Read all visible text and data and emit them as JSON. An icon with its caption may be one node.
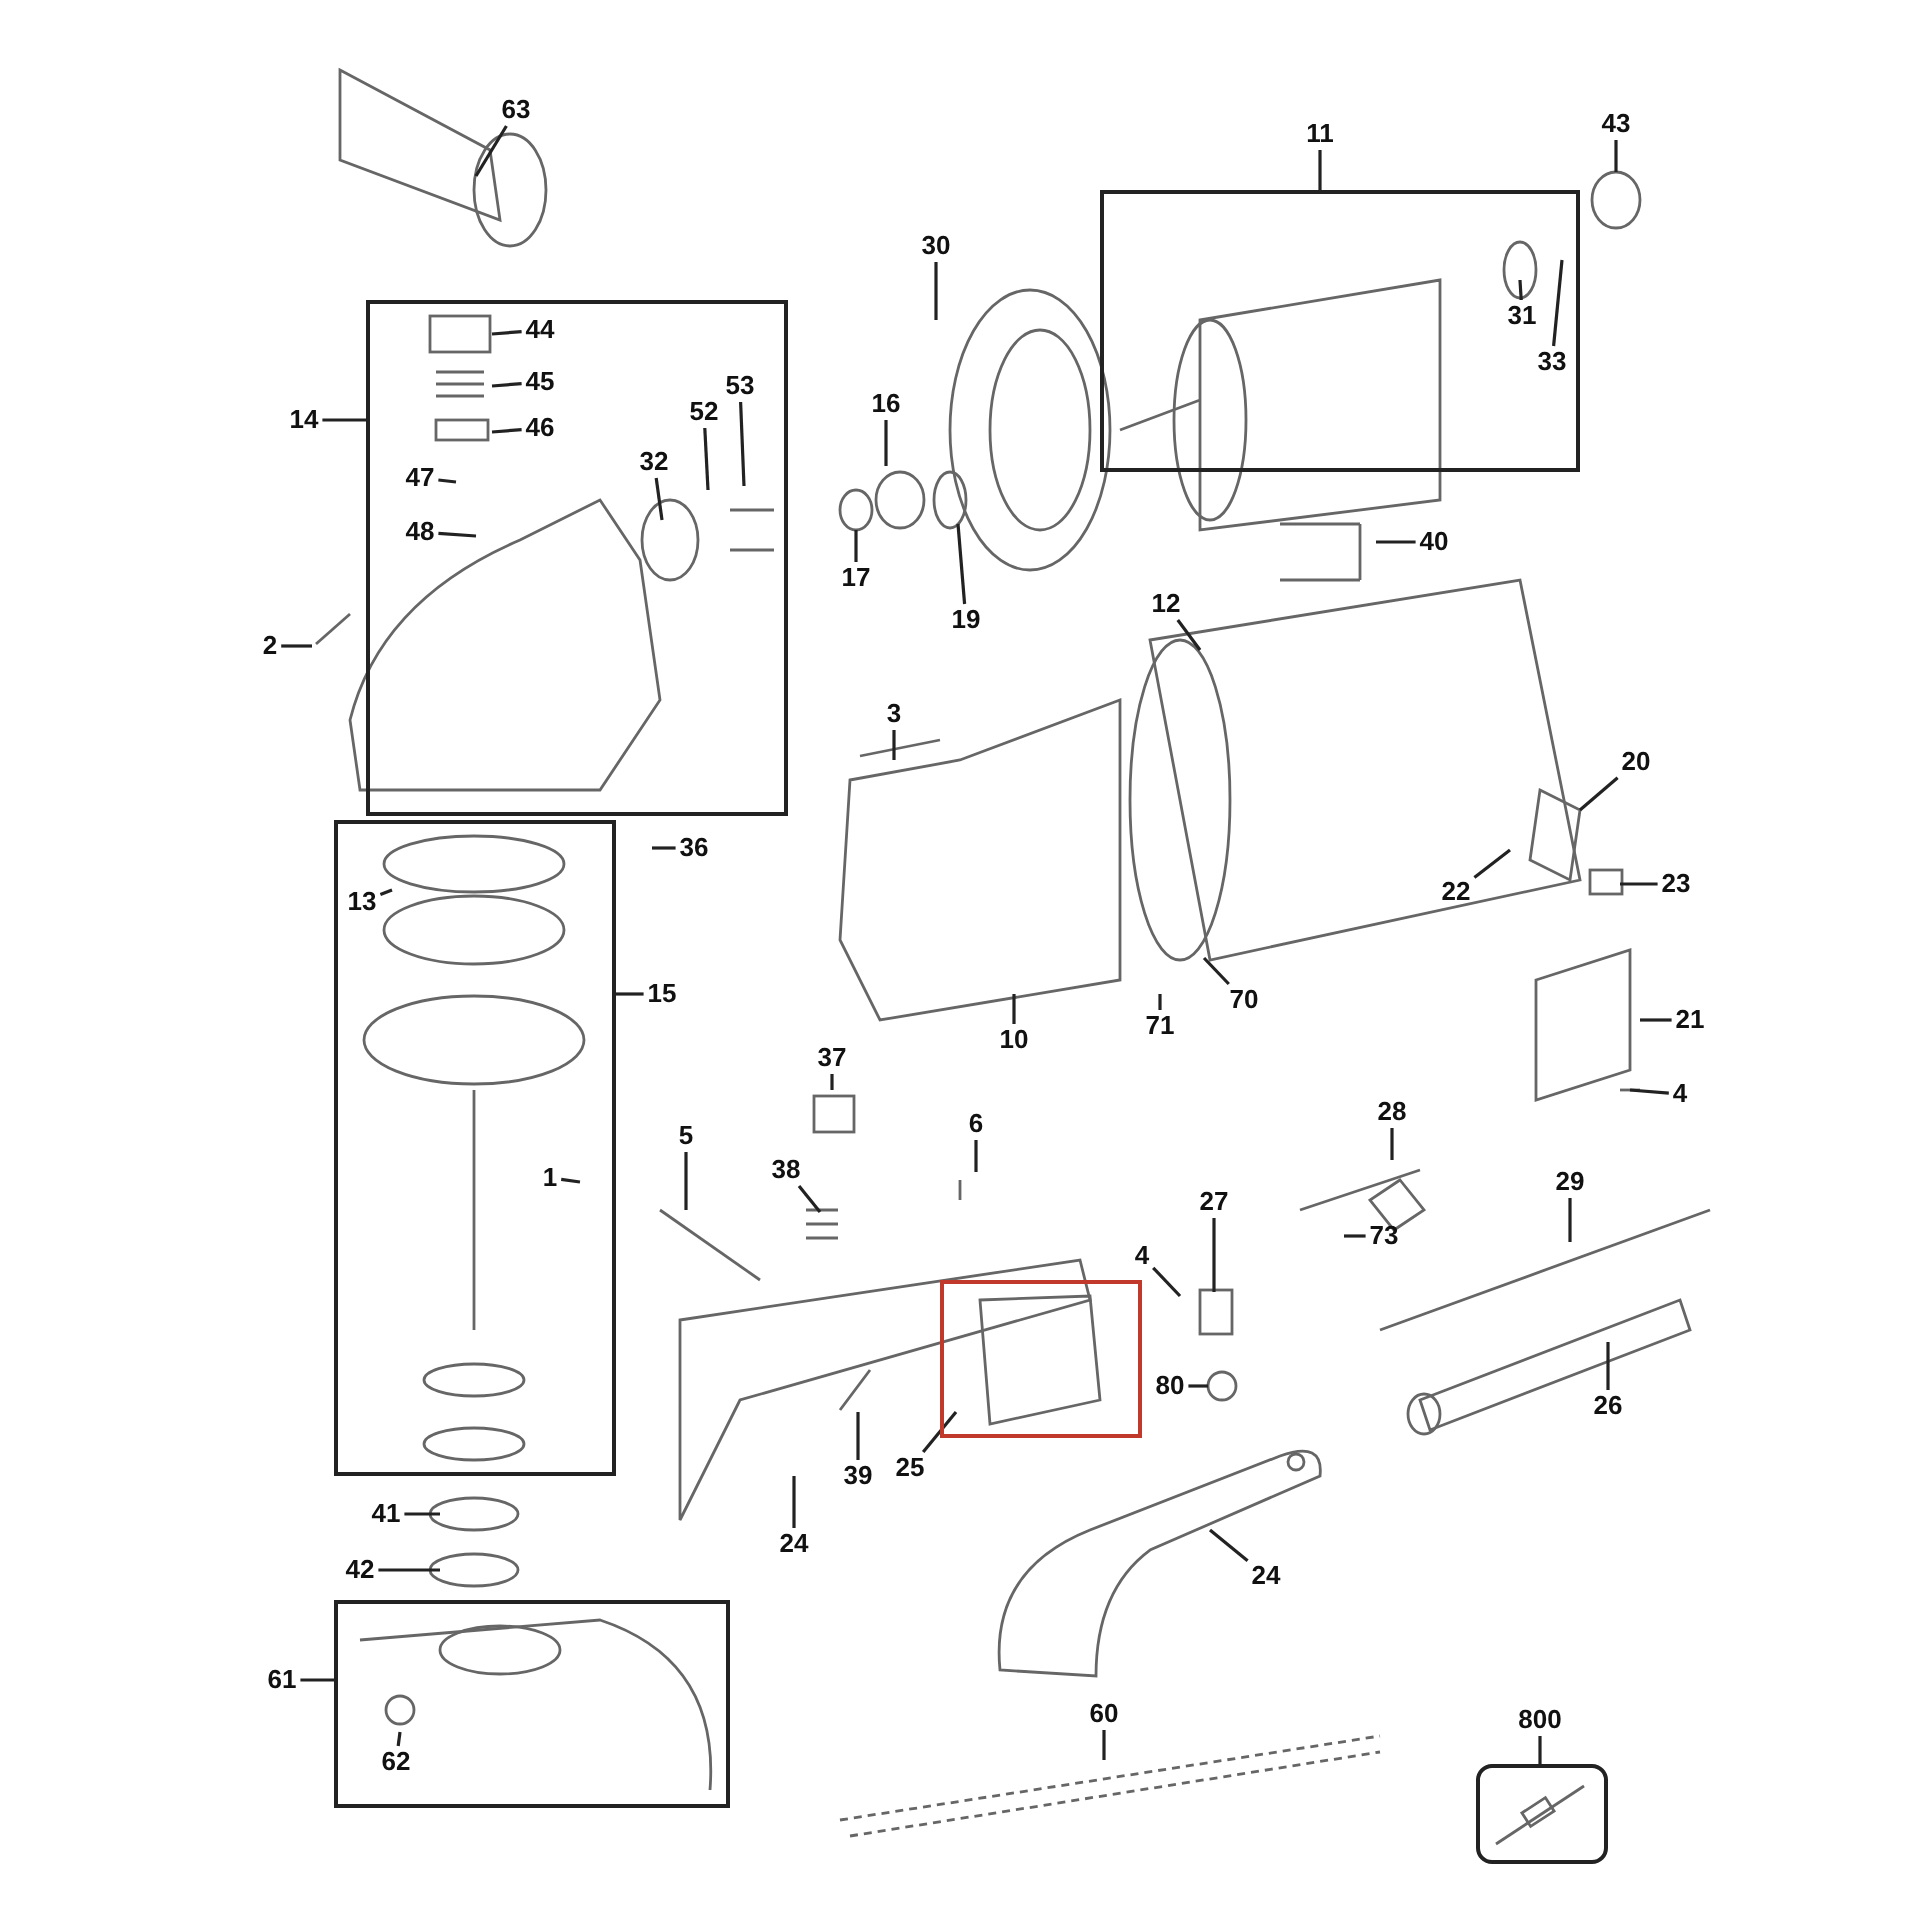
{
  "diagram": {
    "nodes": [
      {
        "text": [
          "63"
        ]
      },
      {
        "text": [
          "11"
        ]
      },
      {
        "text": [
          "43"
        ]
      },
      {
        "text": [],
        "shape": "box"
      },
      {
        "text": [
          "31"
        ],
        "in": 3
      },
      {
        "text": [
          "33"
        ],
        "in": 3
      },
      {
        "text": [
          "30"
        ]
      },
      {
        "text": [
          "14"
        ]
      },
      {
        "text": [],
        "shape": "box"
      },
      {
        "text": [
          "44"
        ],
        "in": 8
      },
      {
        "text": [
          "45"
        ],
        "in": 8
      },
      {
        "text": [
          "46"
        ],
        "in": 8
      },
      {
        "text": [
          "47"
        ],
        "in": 8
      },
      {
        "text": [
          "48"
        ],
        "in": 8
      },
      {
        "text": [
          "53"
        ],
        "in": 8
      },
      {
        "text": [
          "52"
        ],
        "in": 8
      },
      {
        "text": [
          "32"
        ],
        "in": 8
      },
      {
        "text": [
          "16"
        ]
      },
      {
        "text": [
          "17"
        ]
      },
      {
        "text": [
          "19"
        ]
      },
      {
        "text": [
          "40"
        ]
      },
      {
        "text": [
          "12"
        ]
      },
      {
        "text": [
          "2"
        ]
      },
      {
        "text": [
          "3"
        ]
      },
      {
        "text": [
          "20"
        ]
      },
      {
        "text": [],
        "shape": "box"
      },
      {
        "text": [
          "36"
        ]
      },
      {
        "text": [
          "13"
        ],
        "in": 25
      },
      {
        "text": [
          "22"
        ]
      },
      {
        "text": [
          "23"
        ]
      },
      {
        "text": [
          "15"
        ]
      },
      {
        "text": [
          "10"
        ]
      },
      {
        "text": [
          "71"
        ]
      },
      {
        "text": [
          "70"
        ]
      },
      {
        "text": [
          "21"
        ]
      },
      {
        "text": [
          "37"
        ]
      },
      {
        "text": [
          "4"
        ]
      },
      {
        "text": [
          "6"
        ]
      },
      {
        "text": [
          "28"
        ]
      },
      {
        "text": [
          "5"
        ]
      },
      {
        "text": [
          "1"
        ],
        "in": 25
      },
      {
        "text": [
          "38"
        ]
      },
      {
        "text": [
          "29"
        ]
      },
      {
        "text": [
          "27"
        ]
      },
      {
        "text": [
          "4"
        ]
      },
      {
        "text": [
          "73"
        ]
      },
      {
        "text": [],
        "shape": "box"
      },
      {
        "text": [
          "80"
        ]
      },
      {
        "text": [
          "26"
        ]
      },
      {
        "text": [
          "25"
        ]
      },
      {
        "text": [
          "39"
        ]
      },
      {
        "text": [
          "24"
        ]
      },
      {
        "text": [
          "41"
        ]
      },
      {
        "text": [
          "42"
        ]
      },
      {
        "text": [
          "24"
        ]
      },
      {
        "text": [
          "61"
        ]
      },
      {
        "text": [],
        "shape": "box"
      },
      {
        "text": [
          "62"
        ],
        "in": 56
      },
      {
        "text": [
          "60"
        ]
      },
      {
        "text": [
          "800"
        ]
      },
      {
        "text": [],
        "shape": "box"
      }
    ],
    "edges": [
      {
        "from": 0,
        "to": null,
        "arrow": "none"
      },
      {
        "from": 1,
        "to": 3,
        "arrow": "none"
      },
      {
        "from": 2,
        "to": null,
        "arrow": "none"
      },
      {
        "from": 4,
        "to": null,
        "arrow": "none"
      },
      {
        "from": 5,
        "to": null,
        "arrow": "none"
      },
      {
        "from": 6,
        "to": null,
        "arrow": "none"
      },
      {
        "from": 7,
        "to": 8,
        "arrow": "none"
      },
      {
        "from": 9,
        "to": null,
        "arrow": "none"
      },
      {
        "from": 10,
        "to": null,
        "arrow": "none"
      },
      {
        "from": 11,
        "to": null,
        "arrow": "none"
      },
      {
        "from": 12,
        "to": null,
        "arrow": "none"
      },
      {
        "from": 13,
        "to": null,
        "arrow": "none"
      },
      {
        "from": 14,
        "to": null,
        "arrow": "none"
      },
      {
        "from": 15,
        "to": null,
        "arrow": "none"
      },
      {
        "from": 16,
        "to": null,
        "arrow": "none"
      },
      {
        "from": 17,
        "to": null,
        "arrow": "none"
      },
      {
        "from": 18,
        "to": null,
        "arrow": "none"
      },
      {
        "from": 19,
        "to": null,
        "arrow": "none"
      },
      {
        "from": 20,
        "to": null,
        "arrow": "none"
      },
      {
        "from": 21,
        "to": null,
        "arrow": "none"
      },
      {
        "from": 22,
        "to": null,
        "arrow": "none"
      },
      {
        "from": 23,
        "to": null,
        "arrow": "none"
      },
      {
        "from": 24,
        "to": null,
        "arrow": "none"
      },
      {
        "from": 26,
        "to": null,
        "arrow": "none"
      },
      {
        "from": 27,
        "to": null,
        "arrow": "none"
      },
      {
        "from": 28,
        "to": null,
        "arrow": "none"
      },
      {
        "from": 29,
        "to": null,
        "arrow": "none"
      },
      {
        "from": 30,
        "to": 25,
        "arrow": "none"
      },
      {
        "from": 31,
        "to": null,
        "arrow": "none"
      },
      {
        "from": 32,
        "to": null,
        "arrow": "none"
      },
      {
        "from": 33,
        "to": null,
        "arrow": "none"
      },
      {
        "from": 34,
        "to": null,
        "arrow": "none"
      },
      {
        "from": 35,
        "to": null,
        "arrow": "none"
      },
      {
        "from": 36,
        "to": null,
        "arrow": "none"
      },
      {
        "from": 37,
        "to": null,
        "arrow": "none"
      },
      {
        "from": 38,
        "to": null,
        "arrow": "none"
      },
      {
        "from": 39,
        "to": null,
        "arrow": "none"
      },
      {
        "from": 40,
        "to": null,
        "arrow": "none"
      },
      {
        "from": 41,
        "to": null,
        "arrow": "none"
      },
      {
        "from": 42,
        "to": null,
        "arrow": "none"
      },
      {
        "from": 43,
        "to": null,
        "arrow": "none"
      },
      {
        "from": 44,
        "to": null,
        "arrow": "none"
      },
      {
        "from": 45,
        "to": null,
        "arrow": "none"
      },
      {
        "from": 47,
        "to": null,
        "arrow": "none"
      },
      {
        "from": 48,
        "to": null,
        "arrow": "none"
      },
      {
        "from": 49,
        "to": 46,
        "arrow": "none"
      },
      {
        "from": 50,
        "to": null,
        "arrow": "none"
      },
      {
        "from": 51,
        "to": null,
        "arrow": "none"
      },
      {
        "from": 52,
        "to": null,
        "arrow": "none"
      },
      {
        "from": 53,
        "to": null,
        "arrow": "none"
      },
      {
        "from": 54,
        "to": null,
        "arrow": "none"
      },
      {
        "from": 55,
        "to": 56,
        "arrow": "none"
      },
      {
        "from": 57,
        "to": null,
        "arrow": "none"
      },
      {
        "from": 58,
        "to": null,
        "arrow": "none"
      },
      {
        "from": 59,
        "to": 60,
        "arrow": "none"
      }
    ]
  }
}
